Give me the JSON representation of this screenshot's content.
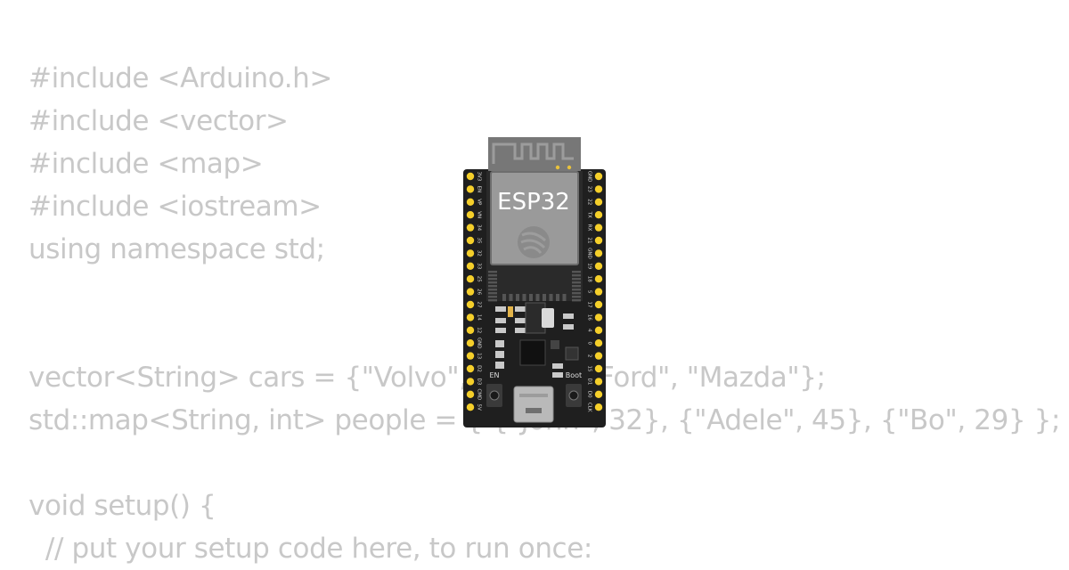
{
  "code_lines": [
    "#include <Arduino.h>",
    "#include <vector>",
    "#include <map>",
    "#include <iostream>",
    "using namespace std;",
    "",
    "",
    "vector<String> cars = {\"Volvo\", \"BMW\", \"Ford\", \"Mazda\"};",
    "std::map<String, int> people = { {\"John\", 32}, {\"Adele\", 45}, {\"Bo\", 29} };",
    "",
    "void setup() {",
    "  // put your setup code here, to run once:"
  ],
  "board": {
    "name": "ESP32",
    "en_label": "EN",
    "boot_label": "Boot",
    "left_pins": [
      "3V3",
      "EN",
      "VP",
      "VN",
      "34",
      "35",
      "32",
      "33",
      "25",
      "26",
      "27",
      "14",
      "12",
      "GND",
      "13",
      "D2",
      "D3",
      "CMD",
      "5V"
    ],
    "right_pins": [
      "GND",
      "23",
      "22",
      "TX",
      "RX",
      "21",
      "GND",
      "19",
      "18",
      "5",
      "17",
      "16",
      "4",
      "0",
      "2",
      "15",
      "D1",
      "D0",
      "CLK"
    ],
    "colors": {
      "pcb": "#1f1f1f",
      "pin": "#f5cf2a",
      "shield": "#9a9a9a",
      "shield_edge": "#6e6e6e",
      "antenna": "#8a8a8a"
    }
  }
}
